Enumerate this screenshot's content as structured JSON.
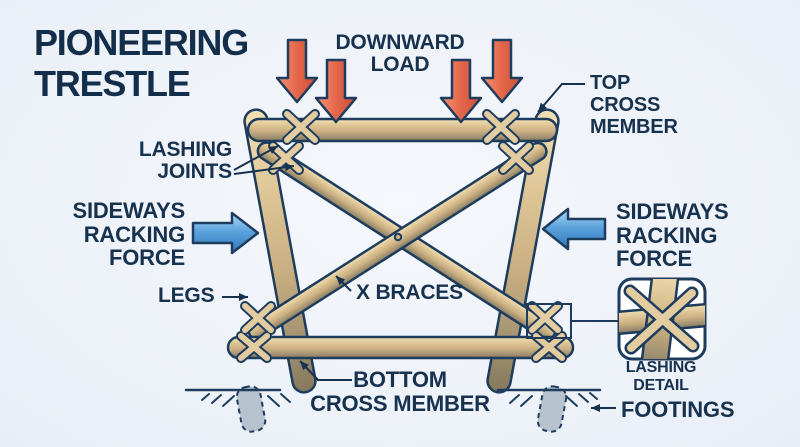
{
  "title": {
    "text": "PIONEERING\nTRESTLE"
  },
  "labels": {
    "downward_load": "DOWNWARD\nLOAD",
    "top_cross_member": "TOP\nCROSS\nMEMBER",
    "lashing_joints": "LASHING\nJOINTS",
    "sideways_racking_force_left": "SIDEWAYS\nRACKING\nFORCE",
    "sideways_racking_force_right": "SIDEWAYS\nRACKING\nFORCE",
    "legs": "LEGS",
    "x_braces": "X BRACES",
    "bottom_cross_member": "BOTTOM\nCROSS MEMBER",
    "lashing_detail": "LASHING\nDETAIL",
    "footings": "FOOTINGS"
  },
  "colors": {
    "background": "#eaeff7",
    "text": "#17324e",
    "outline": "#1e3c5e",
    "pole_light": "#f2e0b4",
    "pole_mid": "#cdb183",
    "pole_dark": "#85795c",
    "rope": "#e3cda0",
    "load_arrow": "#e0694c",
    "force_arrow": "#4b96d6",
    "footing": "#b6c2ce",
    "inset_background": "#ffffff"
  }
}
